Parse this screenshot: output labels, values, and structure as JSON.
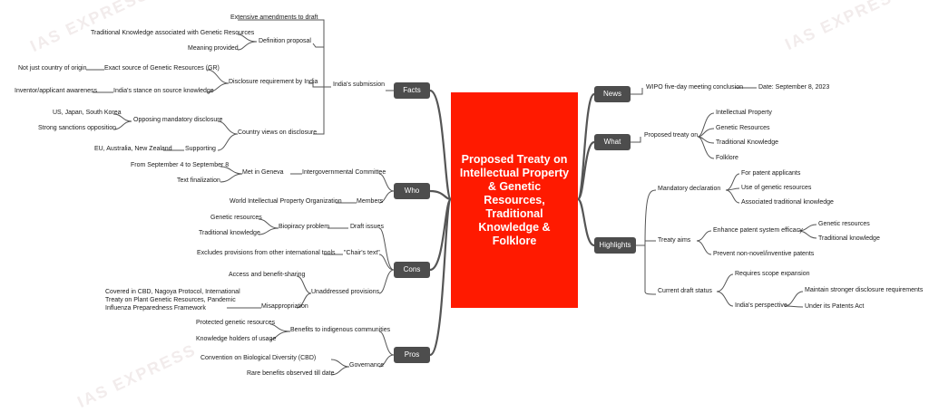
{
  "center": {
    "title": "Proposed Treaty on Intellectual Property & Genetic Resources, Traditional Knowledge & Folklore"
  },
  "watermark": "IAS EXPRESS",
  "branches": {
    "facts": {
      "label": "Facts",
      "india_submission": "India's submission",
      "extensive_amendments": "Extensive amendments to draft",
      "definition_proposal": "Definition proposal",
      "tk_with_gr": "Traditional Knowledge associated with Genetic Resources",
      "meaning_provided": "Meaning provided",
      "disclosure_requirement": "Disclosure requirement by India",
      "exact_source": "Exact source of Genetic Resources (GR)",
      "not_just_country": "Not just country of origin",
      "india_stance": "India's stance on source knowledge",
      "inventor_awareness": "Inventor/applicant awareness",
      "country_views": "Country views on disclosure",
      "opposing_mandatory": "Opposing mandatory disclosure",
      "us_japan_sk": "US, Japan, South Korea",
      "strong_sanctions": "Strong sanctions opposition",
      "supporting": "Supporting",
      "eu_aus_nz": "EU, Australia, New Zealand"
    },
    "who": {
      "label": "Who",
      "igc": "Intergovernmental Committee",
      "met_in_geneva": "Met in Geneva",
      "from_sept": "From September 4 to September 8",
      "text_finalization": "Text finalization",
      "members": "Members",
      "wipo": "World Intellectual Property Organization"
    },
    "cons": {
      "label": "Cons",
      "draft_issues": "Draft issues",
      "biopiracy": "Biopiracy problem",
      "genetic_resources": "Genetic resources",
      "traditional_knowledge": "Traditional knowledge",
      "chairs_text": "\"Chair's text\"",
      "excludes": "Excludes provisions from other international tools",
      "unaddressed": "Unaddressed provisions",
      "abs": "Access and benefit-sharing",
      "misappropriation": "Misappropriation",
      "covered_in": "Covered in CBD, Nagoya Protocol, International Treaty on Plant Genetic Resources, Pandemic Influenza Preparedness Framework"
    },
    "pros": {
      "label": "Pros",
      "benefits_indigenous": "Benefits to indigenous communities",
      "protected_gr": "Protected genetic resources",
      "knowledge_holders": "Knowledge holders of usage",
      "governance": "Governance",
      "cbd": "Convention on Biological Diversity (CBD)",
      "rare_benefits": "Rare benefits observed till date"
    },
    "news": {
      "label": "News",
      "wipo_meeting": "WIPO five-day meeting conclusion",
      "date": "Date: September 8, 2023"
    },
    "what": {
      "label": "What",
      "proposed_treaty_on": "Proposed treaty on",
      "ip": "Intellectual Property",
      "gr": "Genetic Resources",
      "tk": "Traditional Knowledge",
      "folklore": "Folklore"
    },
    "highlights": {
      "label": "Highlights",
      "mandatory_declaration": "Mandatory declaration",
      "for_patent_applicants": "For patent applicants",
      "use_of_gr": "Use of genetic resources",
      "associated_tk": "Associated traditional knowledge",
      "treaty_aims": "Treaty aims",
      "enhance_efficacy": "Enhance patent system efficacy",
      "aim_gr": "Genetic resources",
      "aim_tk": "Traditional knowledge",
      "prevent_patents": "Prevent non-novel/inventive patents",
      "current_draft": "Current draft status",
      "requires_scope": "Requires scope expansion",
      "india_perspective": "India's perspective",
      "maintain_stronger": "Maintain stronger disclosure requirements",
      "under_patents_act": "Under its Patents Act"
    }
  }
}
